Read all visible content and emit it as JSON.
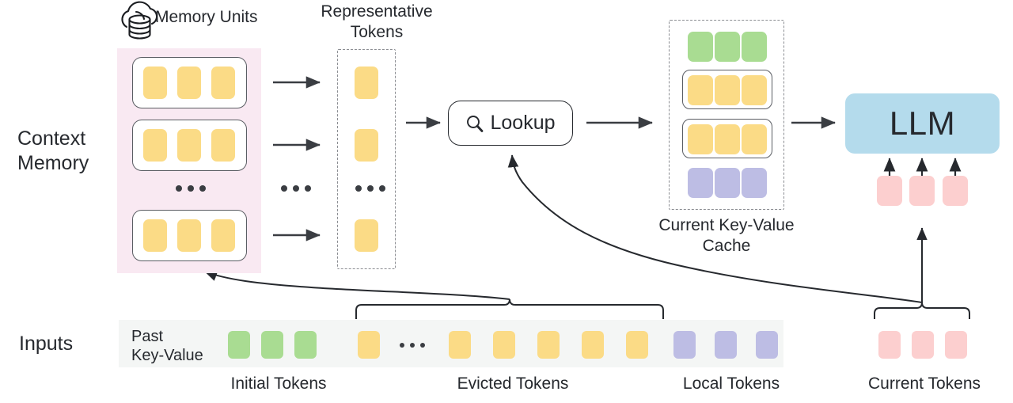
{
  "figure": {
    "row_labels": {
      "context_memory": "Context\nMemory",
      "inputs": "Inputs"
    },
    "headers": {
      "memory_units": "Memory Units",
      "representative_tokens": "Representative\nTokens",
      "current_kv_cache": "Current Key-Value\nCache"
    },
    "lookup": {
      "label": "Lookup",
      "icon": "search-icon"
    },
    "llm": {
      "label": "LLM",
      "color": "#B4DBEC"
    },
    "past_key_value_label": "Past\nKey-Value",
    "bottom_captions": {
      "initial": "Initial Tokens",
      "evicted": "Evicted Tokens",
      "local": "Local Tokens",
      "current": "Current Tokens"
    },
    "ellipsis": "...",
    "colors": {
      "yellow_token": "#FBDB86",
      "green_token": "#A9DC92",
      "purple_token": "#BDBDE4",
      "pink_token": "#FCCFCF",
      "memory_panel": "#F9E9F2",
      "inputs_strip": "#F4F6F5",
      "llm_box": "#B4DBEC",
      "stroke": "#3A3D42",
      "dashed_stroke": "#8B8D92"
    },
    "memory_units": {
      "count_shown": 3,
      "tokens_per_unit": 3,
      "token_color": "yellow_token",
      "has_ellipsis_between": true
    },
    "representative_tokens": {
      "count_shown": 3,
      "token_color": "yellow_token",
      "has_ellipsis_between": true
    },
    "current_kv_cache_rows": [
      {
        "name": "initial-tokens-row",
        "color": "green_token",
        "count": 3,
        "boxed": false
      },
      {
        "name": "retrieved-memory-unit-row-1",
        "color": "yellow_token",
        "count": 3,
        "boxed": true
      },
      {
        "name": "retrieved-memory-unit-row-2",
        "color": "yellow_token",
        "count": 3,
        "boxed": true
      },
      {
        "name": "local-tokens-row",
        "color": "purple_token",
        "count": 3,
        "boxed": false
      }
    ],
    "llm_input_tokens": {
      "color": "pink_token",
      "count": 3
    },
    "inputs_sequence": [
      {
        "group": "initial",
        "color": "green_token",
        "count": 3
      },
      {
        "group": "evicted",
        "color": "yellow_token",
        "count": 1
      },
      {
        "group": "evicted-ellipsis",
        "color": "none",
        "count": 0
      },
      {
        "group": "evicted",
        "color": "yellow_token",
        "count": 5
      },
      {
        "group": "local",
        "color": "purple_token",
        "count": 3
      }
    ],
    "current_tokens_sequence": {
      "color": "pink_token",
      "count": 3
    }
  }
}
